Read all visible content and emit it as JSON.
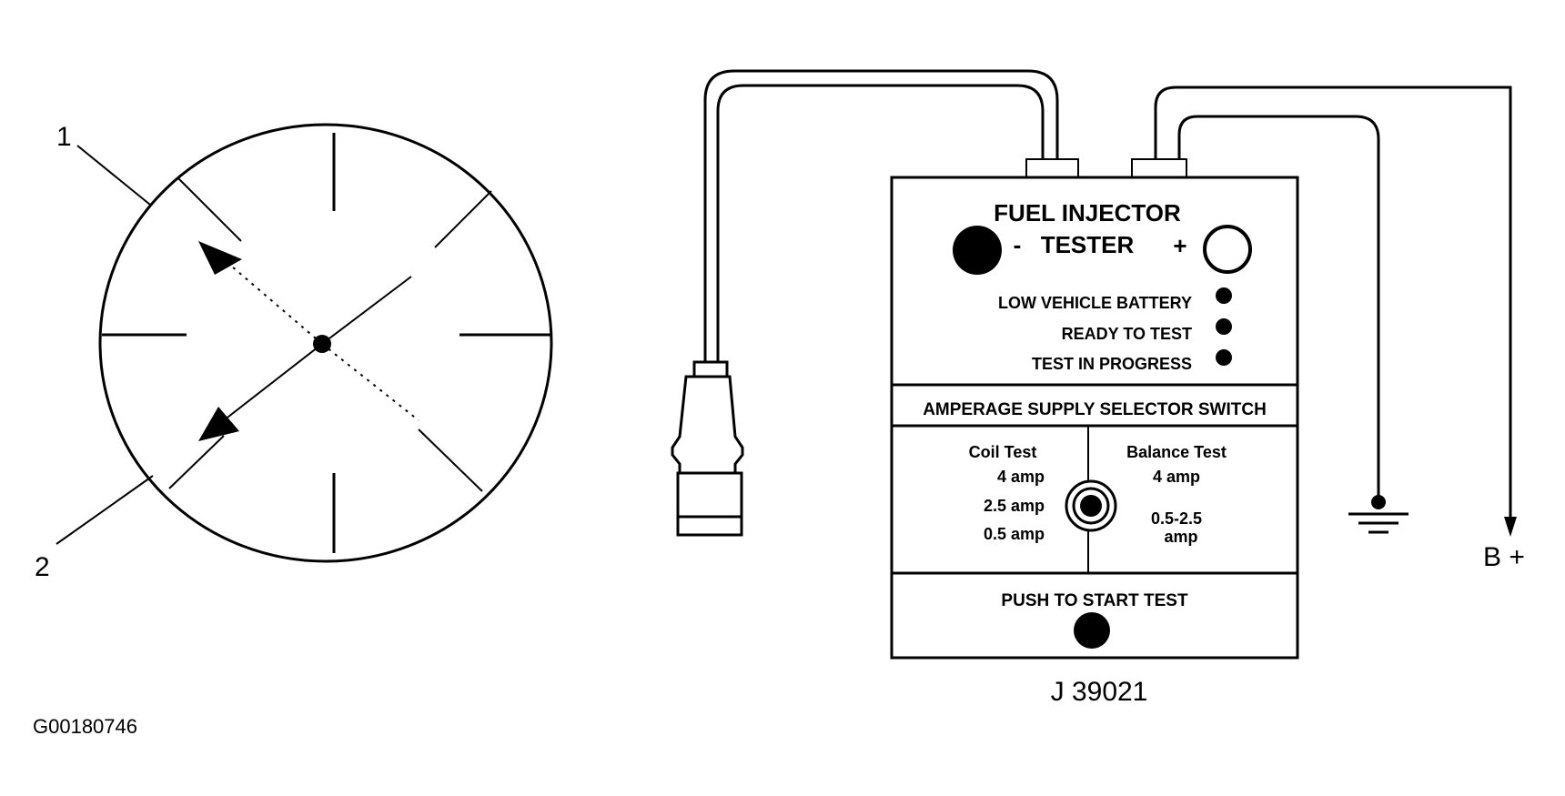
{
  "callouts": {
    "one": "1",
    "two": "2"
  },
  "tester": {
    "title_line1": "FUEL INJECTOR",
    "title_line2": "TESTER",
    "minus": "-",
    "plus": "+",
    "indicators": [
      "LOW VEHICLE BATTERY",
      "READY TO TEST",
      "TEST IN PROGRESS"
    ],
    "selector_title": "AMPERAGE SUPPLY SELECTOR SWITCH",
    "coil_title": "Coil Test",
    "coil_options": [
      "4 amp",
      "2.5 amp",
      "0.5 amp"
    ],
    "balance_title": "Balance Test",
    "balance_opt1": "4 amp",
    "balance_opt2_line1": "0.5-2.5",
    "balance_opt2_line2": "amp",
    "push_label": "PUSH TO START TEST",
    "model": "J 39021"
  },
  "battery_label": "B +",
  "figure_id": "G00180746"
}
